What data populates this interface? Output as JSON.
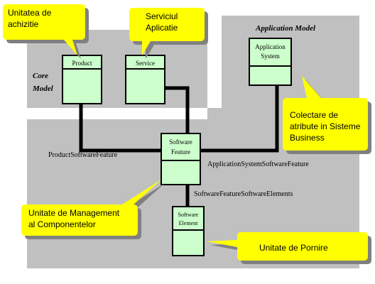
{
  "regions": {
    "core_label_line1": "Core",
    "core_label_line2": "Model",
    "application_label": "Application Model"
  },
  "classes": {
    "product": "Product",
    "service": "Service",
    "app_system_line1": "Application",
    "app_system_line2": "System",
    "software_feature_line1": "Software",
    "software_feature_line2": "Feature",
    "software_element_line1": "Software",
    "software_element_line2": "Element"
  },
  "relationships": {
    "product_feature": "ProductSoftwareFeature",
    "appsystem_feature": "ApplicationSystemSoftwareFeature",
    "feature_elements": "SoftwareFeatureSoftwareElements"
  },
  "callouts": {
    "unitatea_line1": "Unitatea de",
    "unitatea_line2": "achizitie",
    "serviciul_line1": "Serviciul",
    "serviciul_line2": "Aplicatie",
    "colectare_line1": "Colectare de",
    "colectare_line2": "atribute in Sisteme",
    "colectare_line3": "Business",
    "management_line1": "Unitate de Management",
    "management_line2": "al Componentelor",
    "pornire": "Unitate de Pornire"
  },
  "colors": {
    "region_gray": "#c0c0c0",
    "class_fill": "#ccffcc",
    "callout_fill": "#ffff00",
    "callout_shadow": "#808080",
    "line": "#000000"
  }
}
